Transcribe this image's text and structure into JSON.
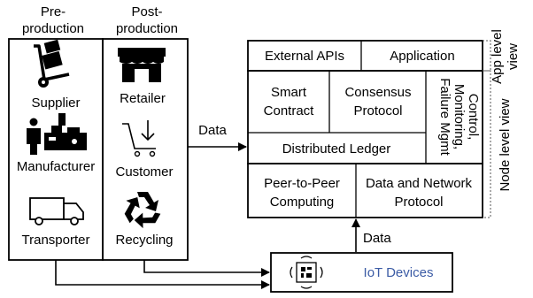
{
  "columns": {
    "pre_production": [
      "Pre-",
      "production"
    ],
    "post_production": [
      "Post-",
      "production"
    ]
  },
  "actors": {
    "supplier": "Supplier",
    "manufacturer": "Manufacturer",
    "transporter": "Transporter",
    "retailer": "Retailer",
    "customer": "Customer",
    "recycling": "Recycling"
  },
  "arrows": {
    "data_top": "Data",
    "data_bottom": "Data"
  },
  "layers": {
    "external_apis": "External APIs",
    "application": "Application",
    "smart_contract": [
      "Smart",
      "Contract"
    ],
    "consensus_protocol": [
      "Consensus",
      "Protocol"
    ],
    "control_monitoring": [
      "Control,",
      "Monitoring,",
      "Failure Mgmt"
    ],
    "distributed_ledger": "Distributed Ledger",
    "peer_to_peer": [
      "Peer-to-Peer",
      "Computing"
    ],
    "data_network": [
      "Data and Network",
      "Protocol"
    ]
  },
  "side_labels": {
    "app_level": [
      "App level",
      "view"
    ],
    "node_level": "Node level view"
  },
  "iot": {
    "label": "IoT Devices"
  }
}
